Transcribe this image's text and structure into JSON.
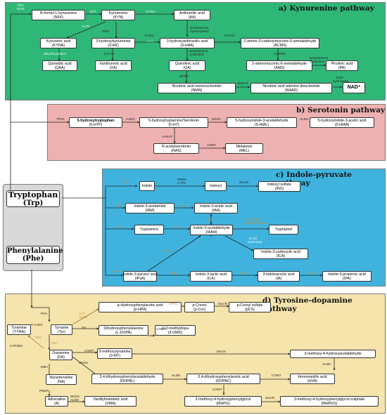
{
  "colors": {
    "kynurenine_bg": "#2fb777",
    "serotonin_bg": "#eeb1b1",
    "indole_bg": "#3fb3de",
    "tyrosine_bg": "#f6e4ad",
    "precursor_bg": "#d9d9d9",
    "arrow": "#333333",
    "arrow_highlight": "#a96b2c",
    "text_light": "#ffffff"
  },
  "panels": {
    "a": "a) Kynurenine pathway",
    "b": "b) Serotonin pathway",
    "c": "c) Indole-pyruvate pathway",
    "d": "d) Tyrosine-dopamine pathway"
  },
  "precursors": {
    "trp": {
      "name": "Tryptophan",
      "abbr": "(Trp)"
    },
    "phe": {
      "name": "Phenylalanine",
      "abbr": "(Phe)"
    }
  },
  "kynurenine": {
    "nfk": [
      "N-formyl-L-kynurenine",
      "(NFK)"
    ],
    "kyn": [
      "Kynurenine",
      "(KYN)"
    ],
    "aa": [
      "Anthranilic acid",
      "(AA)"
    ],
    "kyna": [
      "Kynurenic acid",
      "(KYNA)"
    ],
    "hk": [
      "3-hydroxykynurenine",
      "(3-HK)"
    ],
    "haa": [
      "3-hydroxyanthranilic acid",
      "(3-HAA)"
    ],
    "acms": [
      "2-amino-3-carboxymuconic-6-semialdehyde",
      "(ACMS)"
    ],
    "qaa": [
      "Quinaldic acid",
      "(QAA)"
    ],
    "xa": [
      "Xanthurenic acid",
      "(XA)"
    ],
    "qa": [
      "Quinolinic acid",
      "(QA)"
    ],
    "ams": [
      "2-aminomuconic-6-semialdehyde",
      "(AMS)"
    ],
    "pa": [
      "Picolinic acid",
      "(PA)"
    ],
    "nmn": [
      "Nicotinic acid mononucleotide",
      "(NMN)"
    ],
    "naad": [
      "Nicotinic acid adenine dinucleotide",
      "(NAAD)"
    ],
    "nad": "NAD⁺"
  },
  "kynurenine_labels": {
    "tdo": "TDO",
    "ido": "IDOs",
    "kfa": "KFA",
    "kynu1": "KYNU",
    "kats": "KATs",
    "kmo": "KMO",
    "kynu2": "KYNU",
    "kat3": "KAT III",
    "dehydroxylation": "dehydroxylation",
    "spont1": "spontaneous",
    "spont1b": "hydroxylation",
    "haao": "3-HAO",
    "spont2": "spontaneous",
    "spont2b": "cyclization",
    "acmsd": "ACMSD",
    "spont3": "spontaneous",
    "spont3b": "cyclization",
    "qprt": "QPRT",
    "nmnat": "NMNAT",
    "nads": "NAD",
    "nadsb": "synthetase",
    "kmo2": "KMO"
  },
  "serotonin": {
    "htp": [
      "5-hydroxytryptophan",
      "(5-HTP)"
    ],
    "ht": [
      "5-hydroxytryptamine/Serotonin",
      "(5-HT)"
    ],
    "hial": [
      "5-hydroxyindole-3-acetaldehyde",
      "(5-HIAL)"
    ],
    "hiaa": [
      "5-hydroxyindole-3-acetic acid",
      "(5-HIAA)"
    ],
    "nas": [
      "N-acetylserotonin",
      "(NAS)"
    ],
    "mel": [
      "Melatonin",
      "(MEL)"
    ]
  },
  "serotonin_labels": {
    "tph": "TPHs",
    "aadc": "AADC",
    "maos": "MAOs",
    "aldh": "ALDH",
    "aanat": "AANAT",
    "asmt": "ASMT"
  },
  "indole": {
    "indole": "Indole",
    "indoxyl": "Indoxyl",
    "ins": [
      "Indoxyl sulfate",
      "(INS)"
    ],
    "iam": [
      "Indole-3-acetamide",
      "(IAM)"
    ],
    "iaa": [
      "Indole-3-acetic acid",
      "(IAA)"
    ],
    "tryptamine": "Tryptamine",
    "iaald": [
      "Indole-3-acetaldehyde",
      "(IAAld)"
    ],
    "tryptophol": "Tryptophol",
    "ica": [
      "Indole-3-carboxylic acid",
      "(ICA)"
    ],
    "ipya": [
      "Indole-3-pyruvic acid",
      "(IPyA)"
    ],
    "ila": [
      "Indole-3-lactic acid",
      "(ILA)"
    ],
    "ia": [
      "3-indoleacrylic acid",
      "(IA)"
    ],
    "ipa": [
      "Indole-3-propionic acid",
      "(IPA)"
    ]
  },
  "indole_labels": {
    "tna": "TNA",
    "fmos": "FMOs",
    "cyps": "CYPs",
    "sults": "SULTs",
    "tmo": "TMO",
    "iaah": "IaaH",
    "tdc": "TDC",
    "aao": "AAO",
    "ald": "AldA",
    "td": "Tryptophol",
    "tdb": "dehydrogenase",
    "iaad": "IAAld",
    "iaadb": "reductase",
    "ipdc": "IPDC",
    "arat": "ArAT",
    "fldh": "FldH",
    "fldbc": "FldBC",
    "acda": "AcdA"
  },
  "tyrosine": {
    "tyra": [
      "Tyramine",
      "(TYRA)"
    ],
    "tyr": [
      "Tyrosine",
      "(Tyr)"
    ],
    "hpa": [
      "p-Hydroxyphenylacetic acid",
      "(p-HPA)"
    ],
    "cre": [
      "p-Cresol",
      "(p-Cre)"
    ],
    "pcs": [
      "p-Cresyl sulfate",
      "(pCS)"
    ],
    "ldopa": [
      "Dihydroxyphenylalanine",
      "(L-DOPA)"
    ],
    "omd": [
      "3-O-methyldopa",
      "(3-OMD)"
    ],
    "da": [
      "Dopamine",
      "(DA)"
    ],
    "mt": [
      "3-methoxytyramine",
      "(3-MT)"
    ],
    "mhpa": "3-methoxy-4-hydroxyacetaldehyde",
    "na": [
      "Noradrenaline",
      "(NA)"
    ],
    "dopal": [
      "3,4-dihydroxyphenylacetaldehyde",
      "(DOPAL)"
    ],
    "dopac": [
      "3,4-dihydroxyphenylacetic acid",
      "(DOPAC)"
    ],
    "hva": [
      "Homovanillic acid",
      "(HVA)"
    ],
    "adr": [
      "Adrenaline",
      "(A)"
    ],
    "vma": [
      "Vanillylmandelic acid",
      "(VMA)"
    ],
    "mhpg": [
      "3-methoxy-4-hydroxyphenylglycol",
      "(MHPG)"
    ],
    "mhpgs": [
      "3-methoxy-4-hydroxyphenylglycol sulphate",
      "(MHPGS)"
    ]
  },
  "tyrosine_labels": {
    "pah": "PAH",
    "aadc": "AADC",
    "tdc": "TDC",
    "cyp2d6": "CYP2D6",
    "th": "TH",
    "aat": "AAT",
    "aldh1": "ALDH",
    "hpad": "HPAD",
    "sults1": "SULTs",
    "comt1": "COMT",
    "comt2": "COMT",
    "maos1": "MAOs",
    "maos2": "MAOs",
    "dbh": "DBH",
    "aldh2": "ALDH",
    "comt3": "COMT",
    "aldh3": "ALDH",
    "pnmt": "PNMT",
    "maos3": "MAOs",
    "aldh4": "ALDH",
    "comt4": "COMT",
    "sults2": "SULTs"
  }
}
